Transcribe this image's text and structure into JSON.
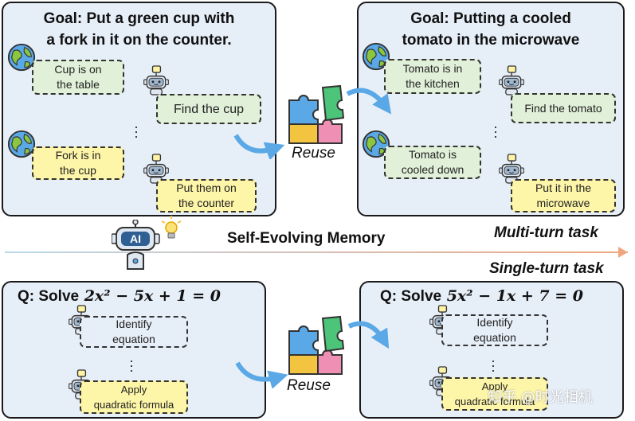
{
  "top_left": {
    "goal": "Goal: Put a green cup with\na fork in it on the counter.",
    "obs1": "Cup is on\nthe table",
    "act1": "Find the cup",
    "obs2": "Fork is in\nthe cup",
    "act2": "Put them on\nthe counter"
  },
  "top_right": {
    "goal": "Goal: Putting a cooled\ntomato in the microwave",
    "obs1": "Tomato is in\nthe kitchen",
    "act1": "Find the tomato",
    "obs2": "Tomato is\ncooled down",
    "act2": "Put it in the\nmicrowave"
  },
  "reuse_label": "Reuse",
  "memory": {
    "title": "Self-Evolving Memory",
    "ai_label": "AI",
    "multi_turn": "Multi-turn task",
    "single_turn": "Single-turn task"
  },
  "bottom_left": {
    "q_prefix": "Q: Solve",
    "equation": "2x² − 5x + 1 = 0",
    "step1": "Identify\nequation",
    "step2": "Apply\nquadratic formula"
  },
  "bottom_right": {
    "q_prefix": "Q: Solve",
    "equation": "5x² − 1x + 7 = 0",
    "step1": "Identify\nequation",
    "step2": "Apply\nquadratic formula"
  },
  "watermark": "知乎 @时光相机",
  "colors": {
    "panel_bg": "#e6eef8",
    "observation_bubble": "#e1f0d9",
    "action_bubble": "#fdf5a8",
    "arrow": "#5aa8e6"
  }
}
